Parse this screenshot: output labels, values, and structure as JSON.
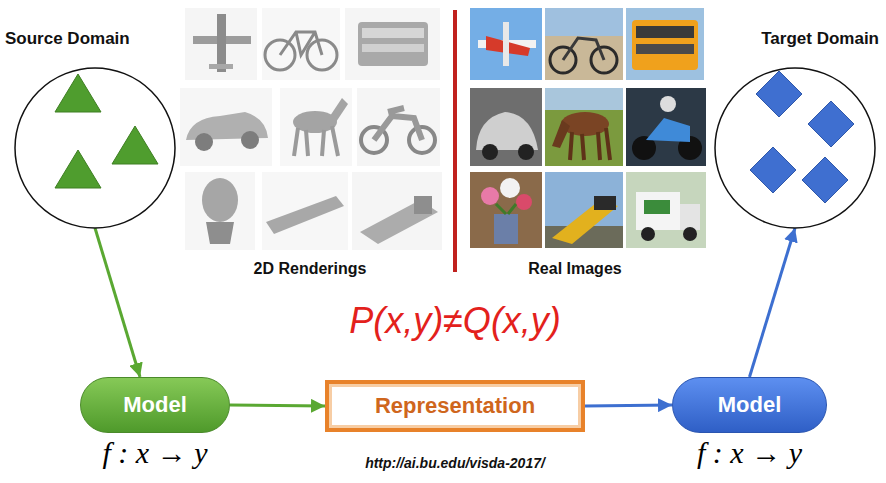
{
  "diagram": {
    "nodes": [
      {
        "text": [
          "Source Domain"
        ]
      },
      {
        "text": [
          "Target Domain"
        ]
      },
      {
        "text": [
          "Model",
          "f : x → y"
        ]
      },
      {
        "text": [
          "Representation"
        ]
      },
      {
        "text": [
          "Model",
          "f : x → y"
        ]
      }
    ],
    "edges": [
      {
        "from": 0,
        "to": 2,
        "arrow": "to"
      },
      {
        "from": 2,
        "to": 3,
        "arrow": "to"
      },
      {
        "from": 3,
        "to": 4,
        "arrow": "to"
      },
      {
        "from": 4,
        "to": 1,
        "arrow": "to"
      }
    ],
    "labels": [
      "2D Renderings",
      "Real Images",
      "P(x,y)≠Q(x,y)",
      "http://ai.bu.edu/visda-2017/"
    ]
  }
}
